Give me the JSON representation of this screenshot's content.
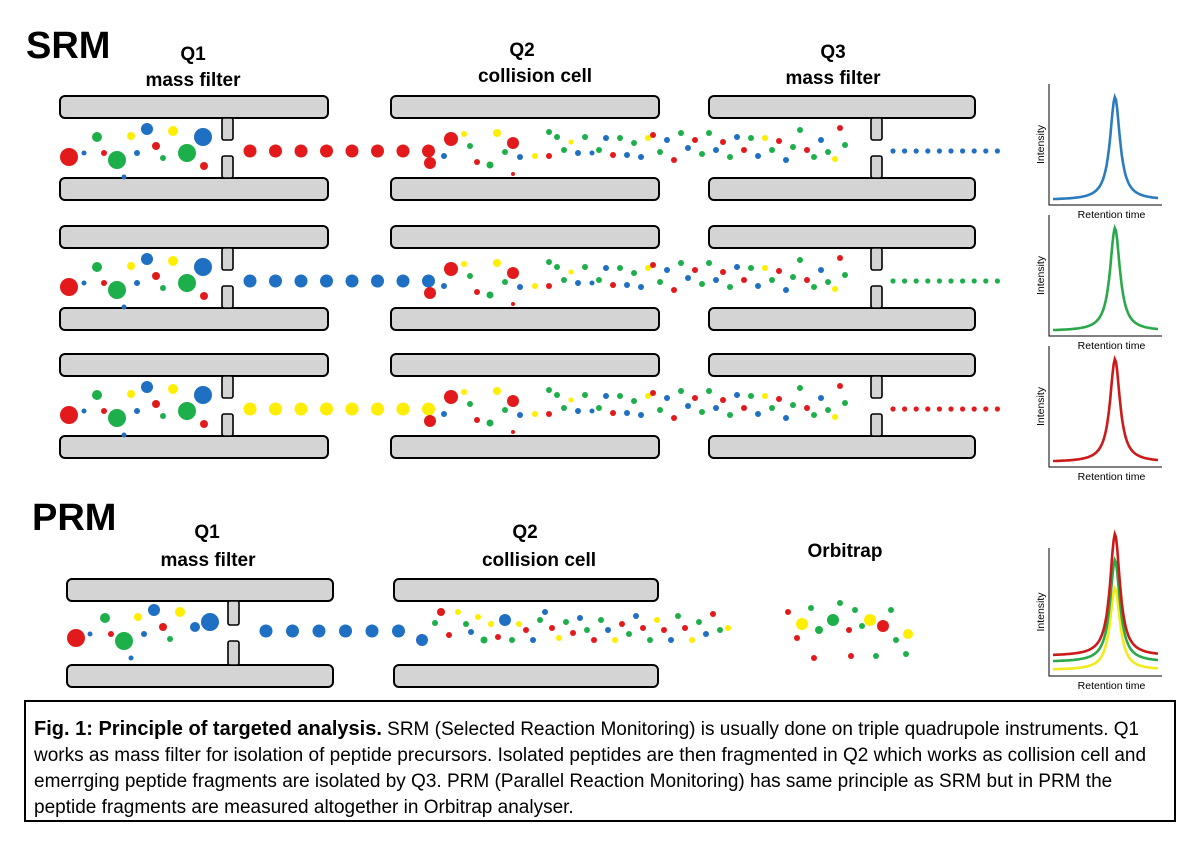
{
  "colors": {
    "red": "#e31a1c",
    "green": "#1db04a",
    "blue": "#1f6fc2",
    "yellow": "#ffee00",
    "rod_fill": "#d4d4d4",
    "trace_blue": "#2b7bbf",
    "trace_green": "#2aa84a",
    "trace_red": "#cc1a1a",
    "trace_yellow": "#f2ea1a"
  },
  "srm": {
    "title": "SRM",
    "q1": {
      "name": "Q1",
      "desc": "mass filter"
    },
    "q2": {
      "name": "Q2",
      "desc": "collision cell"
    },
    "q3": {
      "name": "Q3",
      "desc": "mass filter"
    },
    "rows": [
      {
        "selected_precursor": "red",
        "selected_fragment": "blue"
      },
      {
        "selected_precursor": "blue",
        "selected_fragment": "green"
      },
      {
        "selected_precursor": "yellow",
        "selected_fragment": "red"
      }
    ]
  },
  "prm": {
    "title": "PRM",
    "q1": {
      "name": "Q1",
      "desc": "mass filter"
    },
    "q2": {
      "name": "Q2",
      "desc": "collision cell"
    },
    "analyser": "Orbitrap",
    "selected_precursor": "blue"
  },
  "chromatograms": {
    "ylabel": "Intensity",
    "xlabel": "Retention time",
    "srm_traces": [
      "trace_blue",
      "trace_green",
      "trace_red"
    ],
    "prm_traces": [
      "trace_yellow",
      "trace_green",
      "trace_red"
    ]
  },
  "caption": {
    "title": "Fig. 1: Principle of targeted analysis.",
    "text": " SRM (Selected Reaction Monitoring)  is usually done on triple quadrupole instruments. Q1 works as mass filter for isolation of peptide precursors. Isolated peptides are then fragmented in Q2 which works as collision cell and emerrging peptide fragments are isolated by Q3. PRM (Parallel Reaction Monitoring) has same principle as SRM but in PRM the peptide fragments are measured altogether in Orbitrap analyser."
  }
}
